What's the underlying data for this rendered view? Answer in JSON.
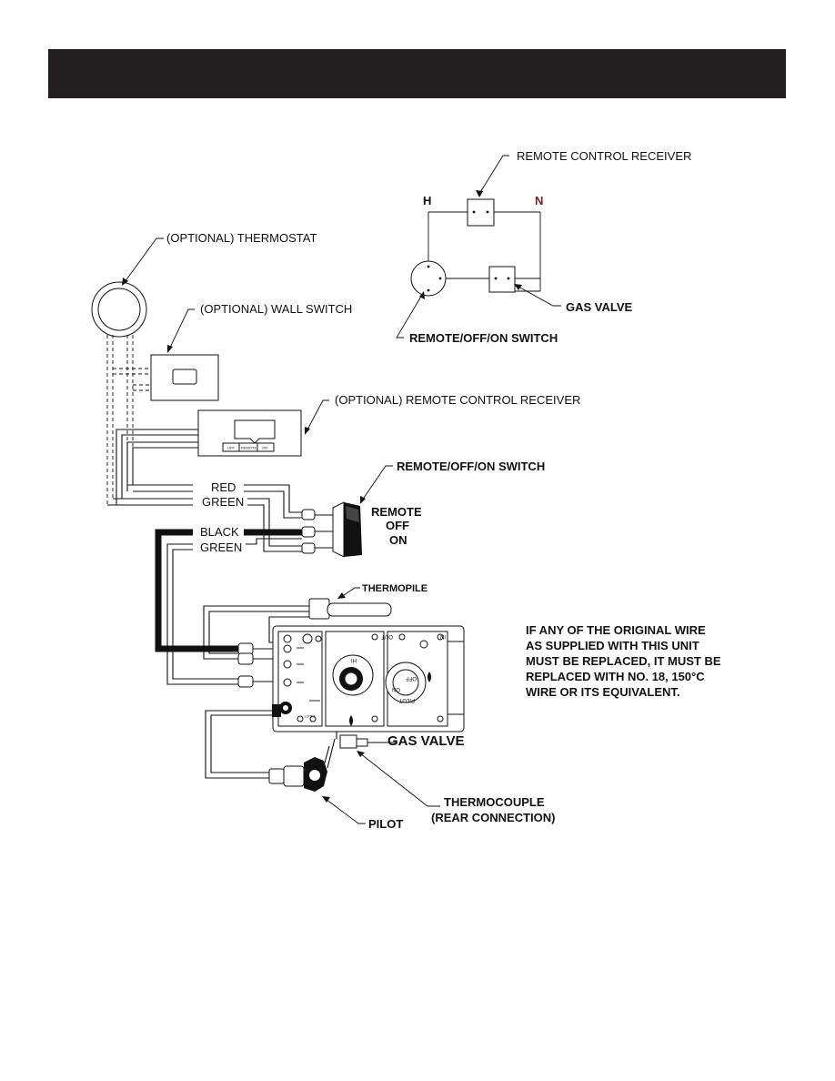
{
  "labels": {
    "schematic_receiver": "REMOTE CONTROL RECEIVER",
    "schematic_h": "H",
    "schematic_n": "N",
    "schematic_gas_valve": "GAS VALVE",
    "schematic_switch": "REMOTE/OFF/ON SWITCH",
    "thermostat": "(OPTIONAL) THERMOSTAT",
    "wall_switch": "(OPTIONAL) WALL SWITCH",
    "remote_receiver": "(OPTIONAL) REMOTE CONTROL  RECEIVER",
    "switch_title": "REMOTE/OFF/ON SWITCH",
    "wire_red": "RED",
    "wire_green_1": "GREEN",
    "wire_black": "BLACK",
    "wire_green_2": "GREEN",
    "switch_remote": "REMOTE",
    "switch_off": "OFF",
    "switch_on": "ON",
    "thermopile": "THERMOPILE",
    "gas_valve": "GAS VALVE",
    "thermocouple_1": "THERMOCOUPLE",
    "thermocouple_2": "(REAR CONNECTION)",
    "pilot": "PILOT",
    "receiver_off": "OFF",
    "receiver_remote": "REMOTE",
    "receiver_on": "ON",
    "valve_out": "OUT",
    "valve_in": "IN",
    "valve_hi": "HI",
    "valve_off": "OFF",
    "valve_on": "ON",
    "valve_pilot": "PILOT",
    "valve_pilot_side": "PILOT"
  },
  "note": {
    "line1": "IF ANY OF THE ORIGINAL WIRE",
    "line2": "AS SUPPLIED WITH THIS UNIT",
    "line3": "MUST BE REPLACED, IT MUST BE",
    "line4": "REPLACED WITH NO. 18, 150°C",
    "line5": "WIRE OR ITS EQUIVALENT."
  },
  "colors": {
    "header_bar": "#231f20",
    "n_terminal": "#8b1a1a",
    "ink": "#111111"
  }
}
